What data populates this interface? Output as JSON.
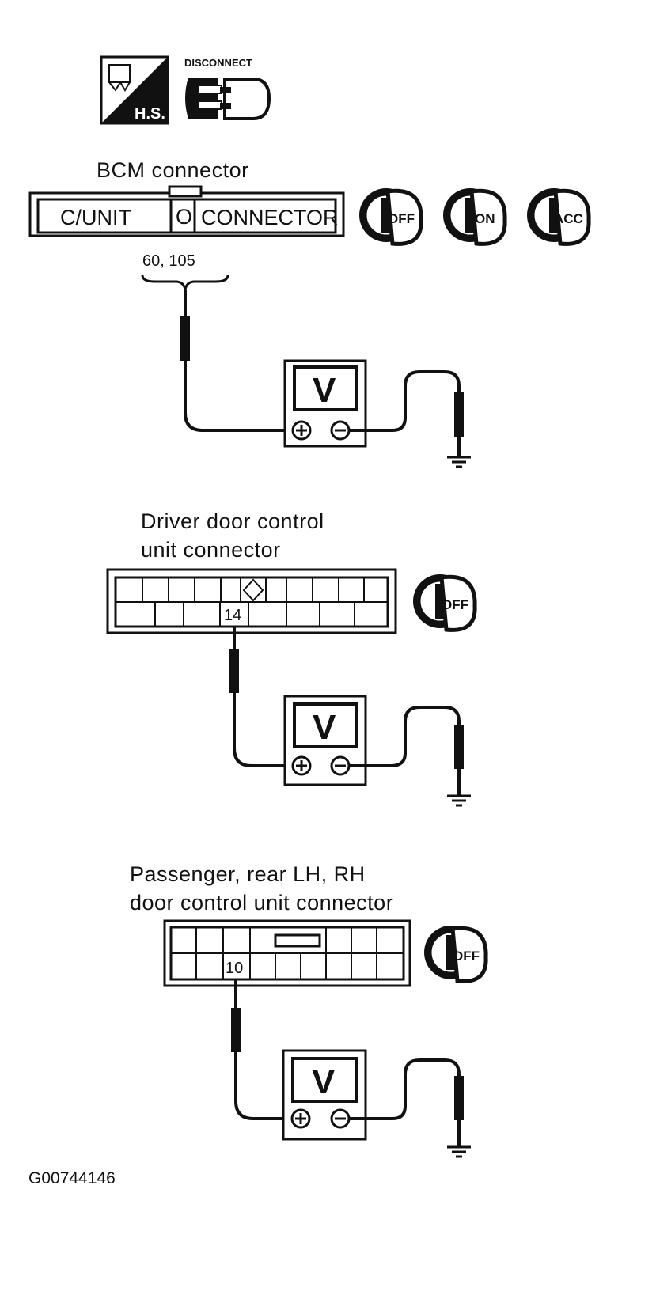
{
  "icons": {
    "hs_label": "H.S.",
    "disconnect_label": "DISCONNECT"
  },
  "bcm": {
    "title": "BCM connector",
    "cunit_label": "C/UNIT",
    "o_label": "O",
    "connector_label": "CONNECTOR",
    "terminals": "60, 105",
    "keys": [
      "OFF",
      "ON",
      "ACC"
    ]
  },
  "driver": {
    "title_line1": "Driver door control",
    "title_line2": "unit connector",
    "terminal": "14",
    "key": "OFF"
  },
  "passenger": {
    "title_line1": "Passenger, rear LH, RH",
    "title_line2": "door control unit connector",
    "terminal": "10",
    "key": "OFF"
  },
  "meter_label": "V",
  "figure_id": "G00744146"
}
